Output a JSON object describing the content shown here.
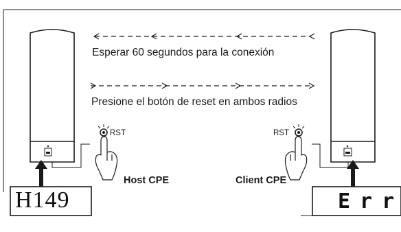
{
  "captions": {
    "wait": "Esperar 60 segundos para la conexión",
    "press": "Presione el botón de reset en ambos radios"
  },
  "host": {
    "button_label": "RST",
    "device_name": "Host CPE",
    "display_text": "H149"
  },
  "client": {
    "button_label": "RST",
    "device_name": "Client CPE",
    "display_text": "Err"
  },
  "colors": {
    "line": "#1a1a1a",
    "background": "#ffffff"
  }
}
